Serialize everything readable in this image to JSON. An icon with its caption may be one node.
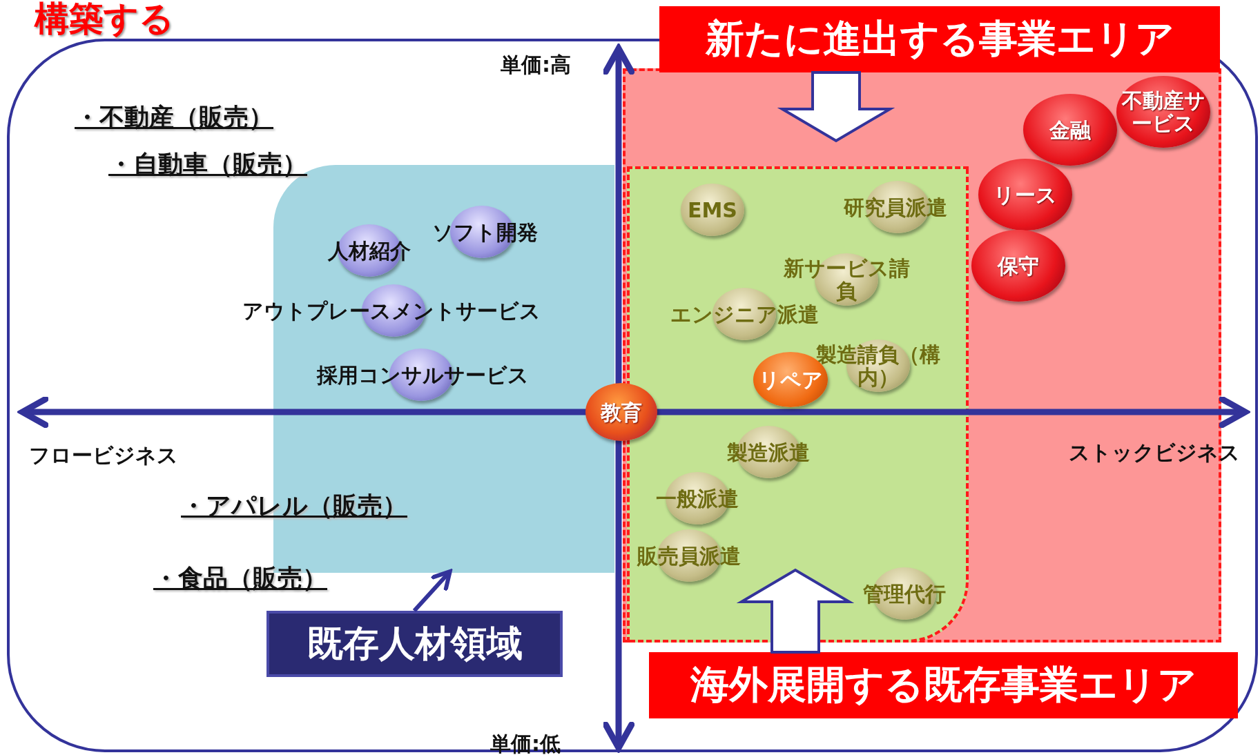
{
  "diagram": {
    "nodes": [
      {
        "text": [],
        "shape": "box"
      },
      {
        "text": [
          "人材紹介"
        ],
        "in": 0
      },
      {
        "text": [
          "ソフト開発"
        ],
        "in": 0
      },
      {
        "text": [
          "アウトプレースメントサービス"
        ],
        "in": 0
      },
      {
        "text": [
          "採用コンサルサービス"
        ],
        "in": 0
      },
      {
        "text": [],
        "shape": "box"
      },
      {
        "text": [],
        "shape": "box",
        "in": 5
      },
      {
        "text": [
          "EMS"
        ],
        "in": 6
      },
      {
        "text": [
          "研究員派遣"
        ],
        "in": 6
      },
      {
        "text": [
          "新サービス請負"
        ],
        "in": 6
      },
      {
        "text": [
          "エンジニア派遣"
        ],
        "in": 6
      },
      {
        "text": [
          "製造請負（構内）"
        ],
        "in": 6
      },
      {
        "text": [
          "リペア"
        ],
        "in": 6
      },
      {
        "text": [
          "製造派遣"
        ],
        "in": 6
      },
      {
        "text": [
          "一般派遣"
        ],
        "in": 6
      },
      {
        "text": [
          "販売員派遣"
        ],
        "in": 6
      },
      {
        "text": [
          "管理代行"
        ],
        "in": 6
      },
      {
        "text": [
          "金融"
        ],
        "in": 5
      },
      {
        "text": [
          "不動産サービス"
        ],
        "in": 5
      },
      {
        "text": [
          "リース"
        ],
        "in": 5
      },
      {
        "text": [
          "保守"
        ],
        "in": 5
      },
      {
        "text": [
          "教育"
        ]
      },
      {
        "text": [
          "既存人材領域"
        ]
      },
      {
        "text": [
          "新たに進出する事業エリア"
        ]
      },
      {
        "text": [
          "海外展開する既存事業エリア"
        ]
      }
    ],
    "edges": [
      {
        "from": 22,
        "to": 0,
        "arrow": "to"
      },
      {
        "from": 23,
        "to": 5,
        "arrow": "to"
      },
      {
        "from": 24,
        "to": 6,
        "arrow": "to"
      }
    ],
    "labels": [
      "構築する",
      "単価:高",
      "・不動産（販売）",
      "・自動車（販売）",
      "フロービジネス",
      "ストックビジネス",
      "・アパレル（販売）",
      "・食品（販売）",
      "単価:低"
    ]
  }
}
